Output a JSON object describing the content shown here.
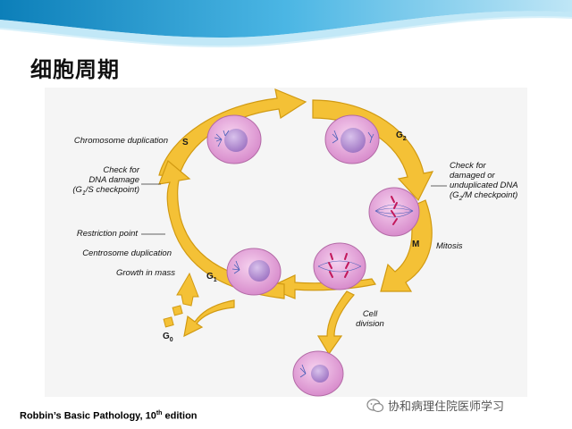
{
  "slide": {
    "title": "细胞周期"
  },
  "figure": {
    "phases": {
      "s": "S",
      "g2": "G",
      "g2_sub": "2",
      "m": "M",
      "g1": "G",
      "g1_sub": "1",
      "g0": "G",
      "g0_sub": "0"
    },
    "labels": {
      "chromosome_duplication": "Chromosome duplication",
      "g1s_line1": "Check for",
      "g1s_line2": "DNA damage",
      "g1s_line3a": "(G",
      "g1s_line3_sub": "1",
      "g1s_line3b": "/S checkpoint)",
      "restriction_point": "Restriction point",
      "centrosome_duplication": "Centrosome duplication",
      "growth_in_mass": "Growth in mass",
      "g2m_line1": "Check for",
      "g2m_line2": "damaged or",
      "g2m_line3": "unduplicated DNA",
      "g2m_line4a": "(G",
      "g2m_line4_sub": "2",
      "g2m_line4b": "/M checkpoint)",
      "mitosis": "Mitosis",
      "cell_division_line1": "Cell",
      "cell_division_line2": "division"
    }
  },
  "citation": {
    "text": "Robbin’s Basic Pathology, 10",
    "sup": "th",
    "suffix": " edition"
  },
  "watermark": {
    "text": "协和病理住院医师学习"
  },
  "colors": {
    "arrow_fill": "#f4c136",
    "arrow_stroke": "#d19a12",
    "cell_fill": "#e7a6dd",
    "nucleus_fill": "#b58ad0",
    "chromosome_red": "#c2185b",
    "band_blue": "#5bb4dd"
  }
}
